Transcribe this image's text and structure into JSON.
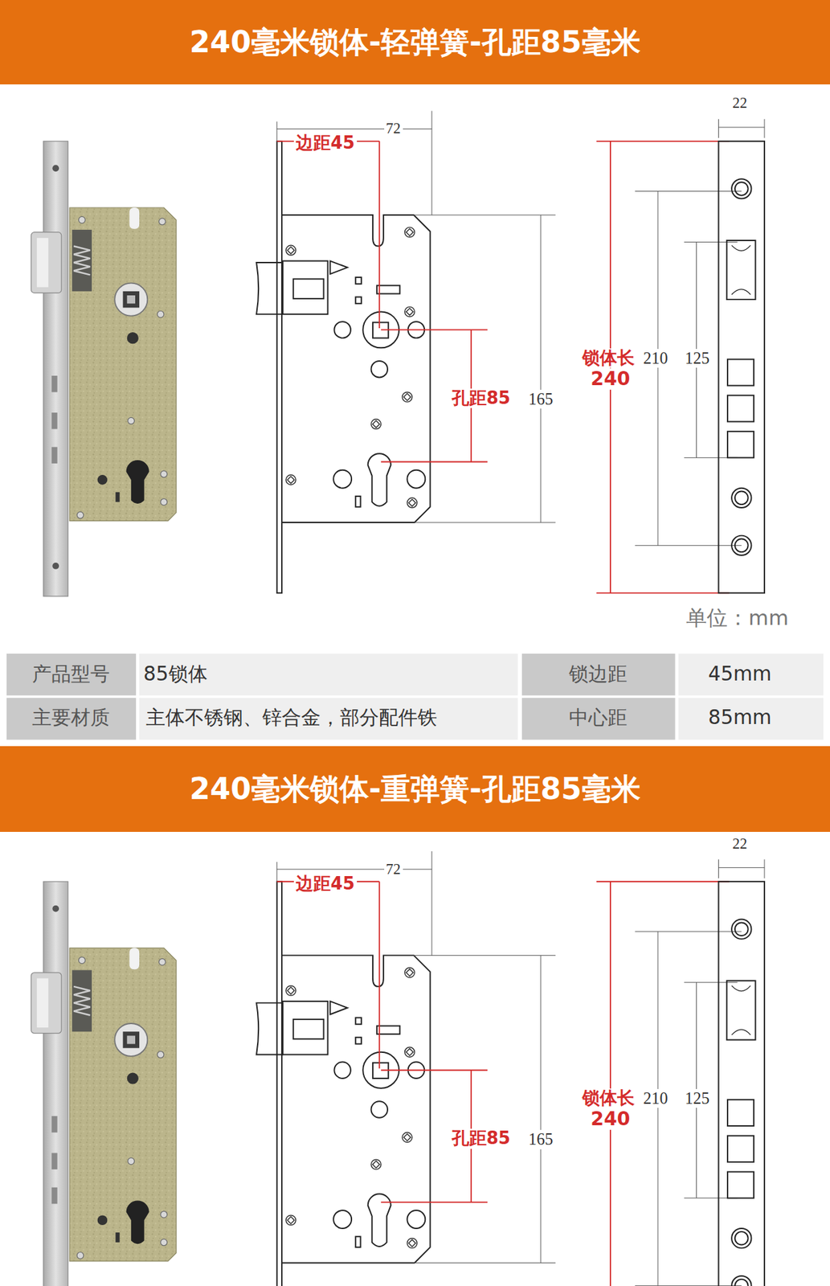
{
  "diagram": {
    "nodes": [
      {
        "text": [
          "240毫米锁体-轻弹簧-孔距85毫米"
        ]
      },
      {
        "text": [
          "240毫米锁体-重弹簧-孔距85毫米"
        ]
      }
    ],
    "labels": [
      "72",
      "边距45",
      "孔距85",
      "165",
      "22",
      "锁体长",
      "210",
      "125",
      "240",
      "单位：mm",
      "产品型号",
      "85锁体",
      "锁边距",
      "45mm",
      "主要材质",
      "主体不锈钢、锌合金，部分配件铁",
      "中心距",
      "85mm",
      "72",
      "边距45",
      "孔距85",
      "165",
      "22",
      "锁体长",
      "210",
      "125",
      "240"
    ]
  }
}
